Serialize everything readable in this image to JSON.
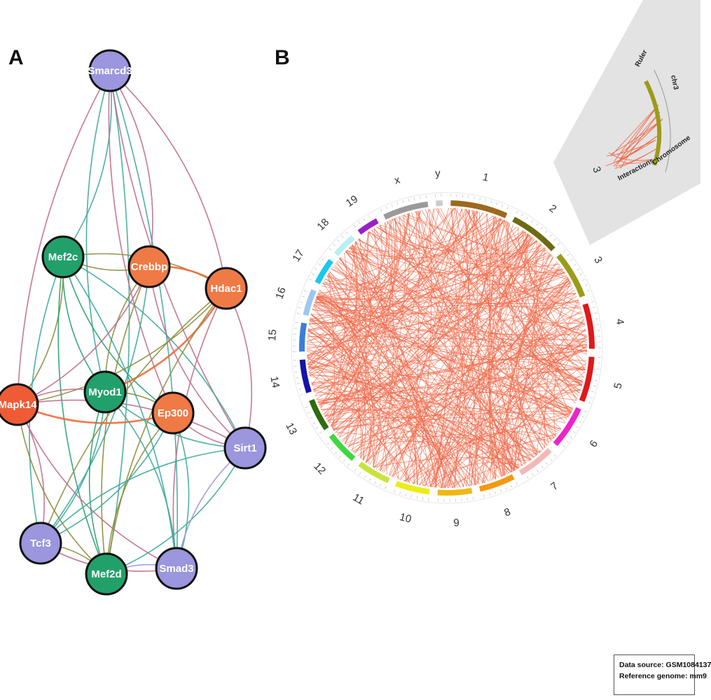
{
  "panels": {
    "a_label": "A",
    "b_label": "B"
  },
  "network": {
    "nodes": [
      {
        "id": "Smarcd3",
        "label": "Smarcd3",
        "color": "#9b96dd"
      },
      {
        "id": "Mef2c",
        "label": "Mef2c",
        "color": "#22a06b"
      },
      {
        "id": "Crebbp",
        "label": "Crebbp",
        "color": "#f07a45"
      },
      {
        "id": "Hdac1",
        "label": "Hdac1",
        "color": "#f07a45"
      },
      {
        "id": "Mapk14",
        "label": "Mapk14",
        "color": "#ef5b35"
      },
      {
        "id": "Myod1",
        "label": "Myod1",
        "color": "#22a06b"
      },
      {
        "id": "Ep300",
        "label": "Ep300",
        "color": "#f07a45"
      },
      {
        "id": "Sirt1",
        "label": "Sirt1",
        "color": "#9b96dd"
      },
      {
        "id": "Tcf3",
        "label": "Tcf3",
        "color": "#9b96dd"
      },
      {
        "id": "Mef2d",
        "label": "Mef2d",
        "color": "#22a06b"
      },
      {
        "id": "Smad3",
        "label": "Smad3",
        "color": "#9b96dd"
      }
    ],
    "edges": [
      [
        "Smarcd3",
        "Mef2c",
        "#3aa89a"
      ],
      [
        "Smarcd3",
        "Myod1",
        "#3aa89a"
      ],
      [
        "Smarcd3",
        "Mef2d",
        "#3aa89a"
      ],
      [
        "Smarcd3",
        "Mapk14",
        "#c06a8a"
      ],
      [
        "Smarcd3",
        "Hdac1",
        "#c06a8a"
      ],
      [
        "Smarcd3",
        "Sirt1",
        "#c06a8a"
      ],
      [
        "Smarcd3",
        "Crebbp",
        "#c06a8a"
      ],
      [
        "Smarcd3",
        "Ep300",
        "#c06a8a"
      ],
      [
        "Smarcd3",
        "Smad3",
        "#3aa89a"
      ],
      [
        "Mef2c",
        "Crebbp",
        "#8a8a3a"
      ],
      [
        "Mef2c",
        "Hdac1",
        "#8a8a3a"
      ],
      [
        "Mef2c",
        "Myod1",
        "#22a06b"
      ],
      [
        "Mef2c",
        "Mapk14",
        "#8a8a3a"
      ],
      [
        "Mef2c",
        "Ep300",
        "#22a06b"
      ],
      [
        "Mef2c",
        "Sirt1",
        "#3aa89a"
      ],
      [
        "Mef2c",
        "Mef2d",
        "#22a06b"
      ],
      [
        "Mef2c",
        "Smad3",
        "#3aa89a"
      ],
      [
        "Mef2c",
        "Tcf3",
        "#3aa89a"
      ],
      [
        "Crebbp",
        "Hdac1",
        "#f06a3a"
      ],
      [
        "Crebbp",
        "Myod1",
        "#8a8a3a"
      ],
      [
        "Crebbp",
        "Mapk14",
        "#c06a8a"
      ],
      [
        "Crebbp",
        "Mef2d",
        "#8a8a3a"
      ],
      [
        "Crebbp",
        "Tcf3",
        "#3aa89a"
      ],
      [
        "Crebbp",
        "Sirt1",
        "#c06a8a"
      ],
      [
        "Hdac1",
        "Myod1",
        "#f06a3a"
      ],
      [
        "Hdac1",
        "Mef2d",
        "#8a8a3a"
      ],
      [
        "Hdac1",
        "Mapk14",
        "#8a8a3a"
      ],
      [
        "Hdac1",
        "Tcf3",
        "#8a8a3a"
      ],
      [
        "Hdac1",
        "Sirt1",
        "#c06a8a"
      ],
      [
        "Hdac1",
        "Smad3",
        "#c06a8a"
      ],
      [
        "Mapk14",
        "Myod1",
        "#c06a8a"
      ],
      [
        "Mapk14",
        "Ep300",
        "#f06a3a"
      ],
      [
        "Mapk14",
        "Sirt1",
        "#c06a8a"
      ],
      [
        "Mapk14",
        "Mef2d",
        "#8a8a3a"
      ],
      [
        "Mapk14",
        "Tcf3",
        "#c06a8a"
      ],
      [
        "Mapk14",
        "Smad3",
        "#c06a8a"
      ],
      [
        "Myod1",
        "Ep300",
        "#8a8a3a"
      ],
      [
        "Myod1",
        "Sirt1",
        "#3aa89a"
      ],
      [
        "Myod1",
        "Tcf3",
        "#3aa89a"
      ],
      [
        "Myod1",
        "Mef2d",
        "#22a06b"
      ],
      [
        "Myod1",
        "Smad3",
        "#3aa89a"
      ],
      [
        "Ep300",
        "Sirt1",
        "#c06a8a"
      ],
      [
        "Ep300",
        "Tcf3",
        "#3aa89a"
      ],
      [
        "Ep300",
        "Mef2d",
        "#8a8a3a"
      ],
      [
        "Ep300",
        "Smad3",
        "#3aa89a"
      ],
      [
        "Sirt1",
        "Tcf3",
        "#3aa89a"
      ],
      [
        "Sirt1",
        "Mef2d",
        "#3aa89a"
      ],
      [
        "Sirt1",
        "Smad3",
        "#9b96dd"
      ],
      [
        "Tcf3",
        "Mef2d",
        "#8a8a3a"
      ],
      [
        "Tcf3",
        "Smad3",
        "#c06a8a"
      ],
      [
        "Mef2d",
        "Smad3",
        "#9b96dd"
      ]
    ]
  },
  "circos": {
    "interaction_color": "#f0694a",
    "chromosomes": [
      {
        "name": "1",
        "color": "#9c6a1e"
      },
      {
        "name": "2",
        "color": "#6b6b10"
      },
      {
        "name": "3",
        "color": "#9b9b1a"
      },
      {
        "name": "4",
        "color": "#e01818"
      },
      {
        "name": "5",
        "color": "#e01818"
      },
      {
        "name": "6",
        "color": "#ee22cc"
      },
      {
        "name": "7",
        "color": "#f4b8b8"
      },
      {
        "name": "8",
        "color": "#f39a10"
      },
      {
        "name": "9",
        "color": "#f0b814"
      },
      {
        "name": "10",
        "color": "#ecec18"
      },
      {
        "name": "11",
        "color": "#c8e43a"
      },
      {
        "name": "12",
        "color": "#3ed83e"
      },
      {
        "name": "13",
        "color": "#2f6b10"
      },
      {
        "name": "14",
        "color": "#1414a8"
      },
      {
        "name": "15",
        "color": "#3a7ed8"
      },
      {
        "name": "16",
        "color": "#9ec8ee"
      },
      {
        "name": "17",
        "color": "#18c8ee"
      },
      {
        "name": "18",
        "color": "#b8f0f0"
      },
      {
        "name": "19",
        "color": "#9920c8"
      },
      {
        "name": "x",
        "color": "#9a9a9a"
      },
      {
        "name": "y",
        "color": "#cccccc"
      }
    ],
    "inset": {
      "ruler": "Ruler",
      "chr": "chr3",
      "interactions": "Interactions",
      "chromosome": "Chromosome",
      "chr_short": "3"
    }
  },
  "source_box": {
    "line1": "Data source: GSM1084137",
    "line2": "Reference genome: mm9"
  }
}
